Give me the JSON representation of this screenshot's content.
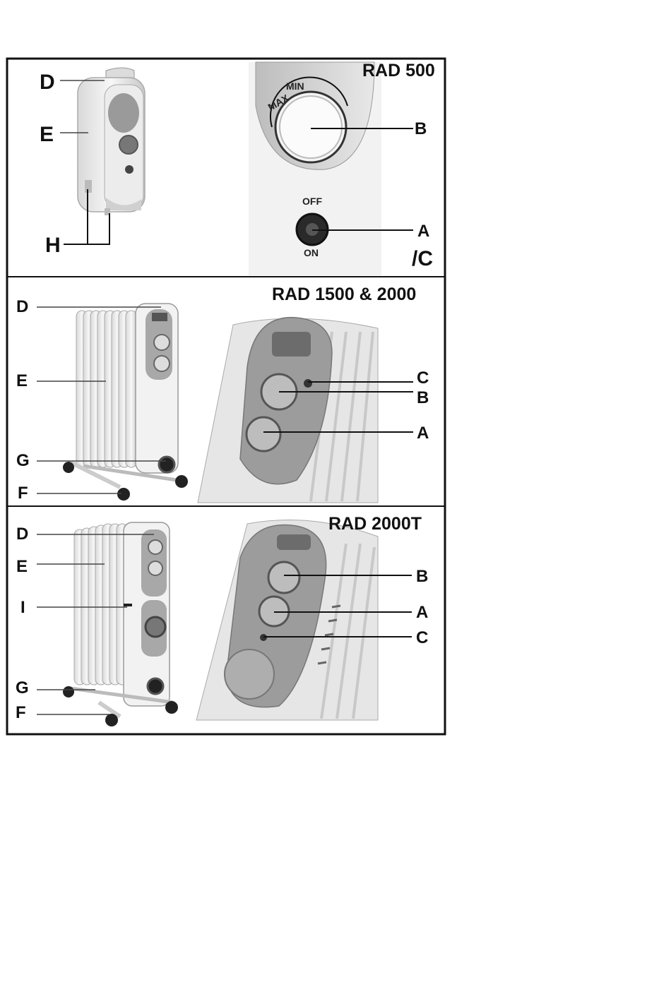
{
  "panels": [
    {
      "title": "RAD 500",
      "dial_min": "MIN",
      "dial_max": "MAX",
      "switch_off": "OFF",
      "switch_on": "ON",
      "labels": {
        "D": "D",
        "E": "E",
        "H": "H",
        "B": "B",
        "A": "A",
        "C": "/C"
      }
    },
    {
      "title": "RAD 1500 & 2000",
      "labels": {
        "D": "D",
        "E": "E",
        "G": "G",
        "F": "F",
        "C": "C",
        "B": "B",
        "A": "A"
      }
    },
    {
      "title": "RAD 2000T",
      "labels": {
        "D": "D",
        "E": "E",
        "I": "I",
        "G": "G",
        "F": "F",
        "B": "B",
        "A": "A",
        "C": "C"
      }
    }
  ]
}
